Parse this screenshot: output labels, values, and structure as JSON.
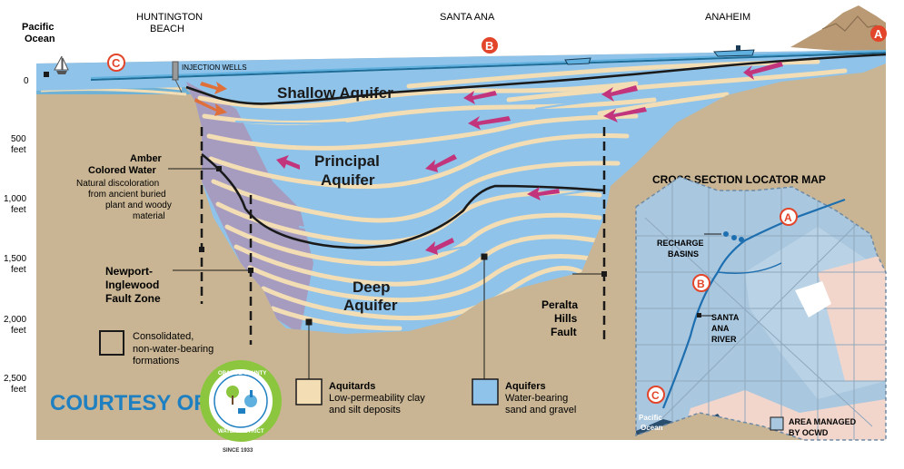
{
  "cities": {
    "huntington_line1": "HUNTINGTON",
    "huntington_line2": "BEACH",
    "santa_ana": "SANTA ANA",
    "anaheim": "ANAHEIM"
  },
  "ocean_top": {
    "line1": "Pacific",
    "line2": "Ocean"
  },
  "markers": {
    "a": "A",
    "b": "B",
    "c": "C"
  },
  "injection_wells": "INJECTION WELLS",
  "depth_ticks": [
    {
      "value": "0",
      "unit": ""
    },
    {
      "value": "500",
      "unit": "feet"
    },
    {
      "value": "1,000",
      "unit": "feet"
    },
    {
      "value": "1,500",
      "unit": "feet"
    },
    {
      "value": "2,000",
      "unit": "feet"
    },
    {
      "value": "2,500",
      "unit": "feet"
    }
  ],
  "aquifers": {
    "shallow": "Shallow Aquifer",
    "principal_line1": "Principal",
    "principal_line2": "Aquifer",
    "deep_line1": "Deep",
    "deep_line2": "Aquifer"
  },
  "amber": {
    "title1": "Amber",
    "title2": "Colored Water",
    "desc1": "Natural discoloration",
    "desc2": "from ancient buried",
    "desc3": "plant and woody",
    "desc4": "material"
  },
  "newport": {
    "line1": "Newport-",
    "line2": "Inglewood",
    "line3": "Fault Zone"
  },
  "peralta": {
    "line1": "Peralta",
    "line2": "Hills",
    "line3": "Fault"
  },
  "legend": {
    "consolidated1": "Consolidated,",
    "consolidated2": "non-water-bearing",
    "consolidated3": "formations",
    "aquitards_title": "Aquitards",
    "aquitards_desc1": "Low-permeability clay",
    "aquitards_desc2": "and silt deposits",
    "aquifers_title": "Aquifers",
    "aquifers_desc1": "Water-bearing",
    "aquifers_desc2": "sand and gravel"
  },
  "courtesy": "COURTESY OF",
  "logo": {
    "ring_top": "ORANGE COUNTY",
    "ring_bottom": "WATER DISTRICT",
    "since": "SINCE 1933"
  },
  "locator": {
    "title": "CROSS SECTION LOCATOR MAP",
    "recharge1": "RECHARGE",
    "recharge2": "BASINS",
    "river1": "SANTA",
    "river2": "ANA",
    "river3": "RIVER",
    "ocean1": "Pacific",
    "ocean2": "Ocean",
    "area1": "AREA MANAGED",
    "area2": "BY OCWD"
  },
  "colors": {
    "aquifer": "#8fc3ea",
    "aquitard": "#f3ddb4",
    "consolidated": "#c9b593",
    "purple": "#a59cc0",
    "marker": "#e2452a",
    "courtesy": "#1e7fc1",
    "arrow": "#c2357c"
  }
}
